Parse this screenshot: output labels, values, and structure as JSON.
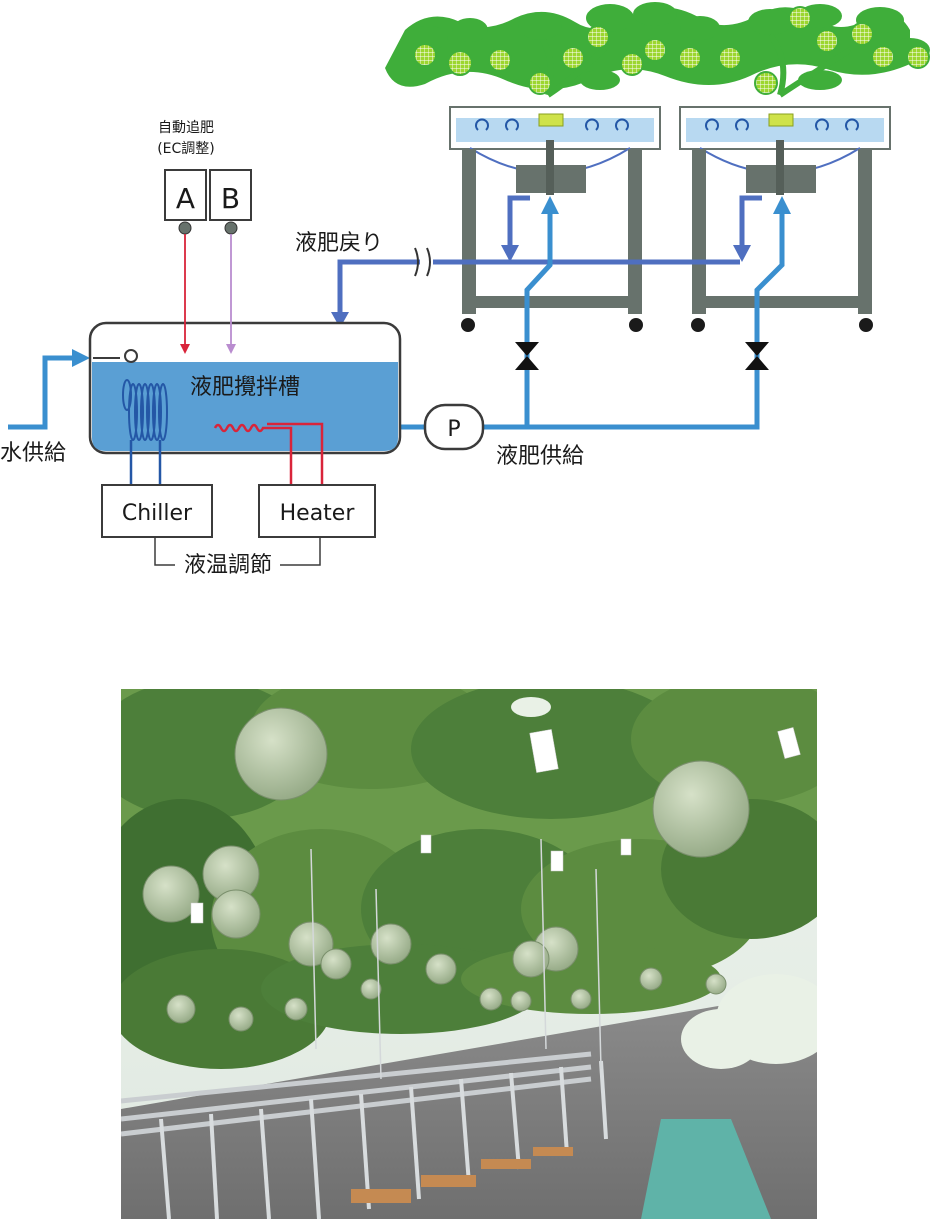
{
  "diagram": {
    "fertilizer": {
      "caption_line1": "自動追肥",
      "caption_line2": "(EC調整)",
      "tank_a": "A",
      "tank_b": "B"
    },
    "return_label": "液肥戻り",
    "water_label": "水供給",
    "mix_tank_label": "液肥攪拌槽",
    "pump_label": "P",
    "supply_label": "液肥供給",
    "chiller_label": "Chiller",
    "heater_label": "Heater",
    "temp_control_label": "液温調節",
    "colors": {
      "pipe_blue": "#3a8fcf",
      "return_blue": "#4f6fc0",
      "water": "#5a9fd4",
      "frame": "#67726c",
      "leaf": "#3fae3a",
      "melon": "#9cd62f",
      "red_line": "#d9243a",
      "purple_line": "#b98ccf"
    }
  },
  "photo": {
    "description_icon": "melon-greenhouse-photo"
  }
}
